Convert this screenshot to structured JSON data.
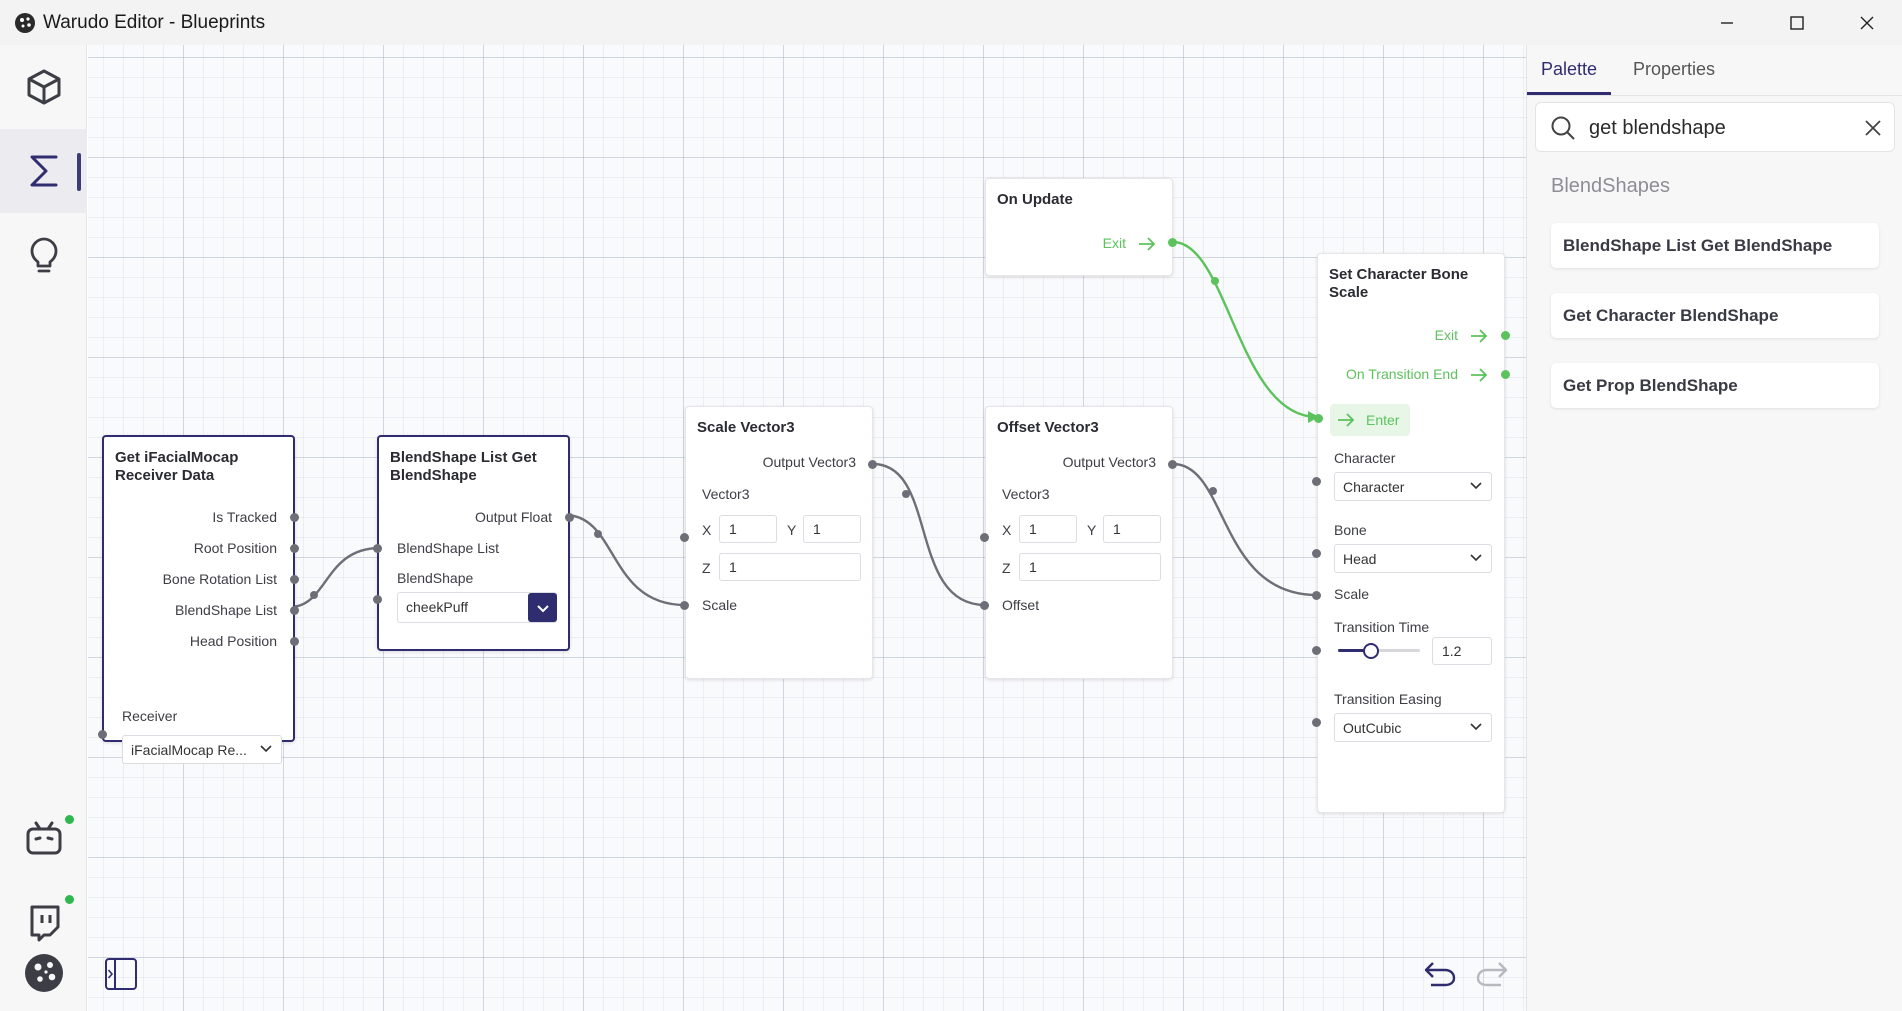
{
  "window": {
    "title": "Warudo Editor - Blueprints"
  },
  "colors": {
    "accent": "#2f2c70",
    "flow": "#5cc25c",
    "status_online": "#2db84d"
  },
  "sidebar": {
    "items": [
      {
        "icon": "cube-icon"
      },
      {
        "icon": "sigma-icon",
        "active": true
      },
      {
        "icon": "lightbulb-icon"
      },
      {
        "icon": "bilibili-icon",
        "status": "online"
      },
      {
        "icon": "twitch-icon",
        "status": "online"
      },
      {
        "icon": "warudo-logo-icon"
      }
    ]
  },
  "nodes": {
    "facial": {
      "title": "Get iFacialMocap Receiver Data",
      "outputs": [
        "Is Tracked",
        "Root Position",
        "Bone Rotation List",
        "BlendShape List",
        "Head Position"
      ],
      "receiver_label": "Receiver",
      "receiver_value": "iFacialMocap Re..."
    },
    "blendget": {
      "title": "BlendShape List Get BlendShape",
      "output": "Output Float",
      "input_list": "BlendShape List",
      "blendshape_label": "BlendShape",
      "blendshape_value": "cheekPuff"
    },
    "scale": {
      "title": "Scale Vector3",
      "output": "Output Vector3",
      "vector_label": "Vector3",
      "x_label": "X",
      "x": "1",
      "y_label": "Y",
      "y": "1",
      "z_label": "Z",
      "z": "1",
      "input": "Scale"
    },
    "offset": {
      "title": "Offset Vector3",
      "output": "Output Vector3",
      "vector_label": "Vector3",
      "x_label": "X",
      "x": "1",
      "y_label": "Y",
      "y": "1",
      "z_label": "Z",
      "z": "1",
      "input": "Offset"
    },
    "onupdate": {
      "title": "On Update",
      "exit": "Exit"
    },
    "setbone": {
      "title": "Set Character Bone Scale",
      "exit": "Exit",
      "transition_end": "On Transition End",
      "enter": "Enter",
      "character_label": "Character",
      "character_value": "Character",
      "bone_label": "Bone",
      "bone_value": "Head",
      "scale_label": "Scale",
      "transition_time_label": "Transition Time",
      "transition_time_value": "1.2",
      "transition_time_fraction": 0.4,
      "easing_label": "Transition Easing",
      "easing_value": "OutCubic"
    }
  },
  "panel": {
    "tabs": [
      {
        "label": "Palette",
        "active": true
      },
      {
        "label": "Properties",
        "active": false
      }
    ],
    "search_value": "get blendshape",
    "section_title": "BlendShapes",
    "results": [
      "BlendShape List Get BlendShape",
      "Get Character BlendShape",
      "Get Prop BlendShape"
    ]
  }
}
